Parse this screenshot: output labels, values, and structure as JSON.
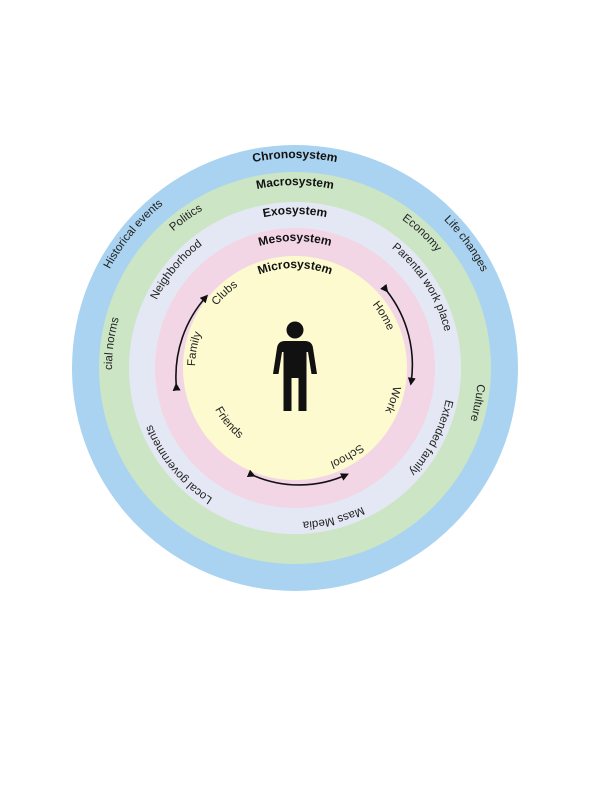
{
  "colors": {
    "chronosystem": "#a9d3f0",
    "macrosystem": "#cce5c5",
    "exosystem": "#e4e8f4",
    "mesosystem": "#f2d6e6",
    "microsystem": "#fdfad0",
    "person": "#111111"
  },
  "icon": "person-icon",
  "layers": {
    "chronosystem": {
      "title": "Chronosystem",
      "items": [
        "Historical events",
        "Life changes"
      ]
    },
    "macrosystem": {
      "title": "Macrosystem",
      "items": [
        "Politics",
        "Economy",
        "Social norms",
        "Culture"
      ]
    },
    "exosystem": {
      "title": "Exosystem",
      "items": [
        "Neighborhood",
        "Parental work place",
        "Local governments",
        "Extended family",
        "Mass Media"
      ]
    },
    "mesosystem": {
      "title": "Mesosystem"
    },
    "microsystem": {
      "title": "Microsystem",
      "items": [
        "Clubs",
        "Home",
        "Family",
        "Work",
        "Friends",
        "School"
      ]
    }
  }
}
